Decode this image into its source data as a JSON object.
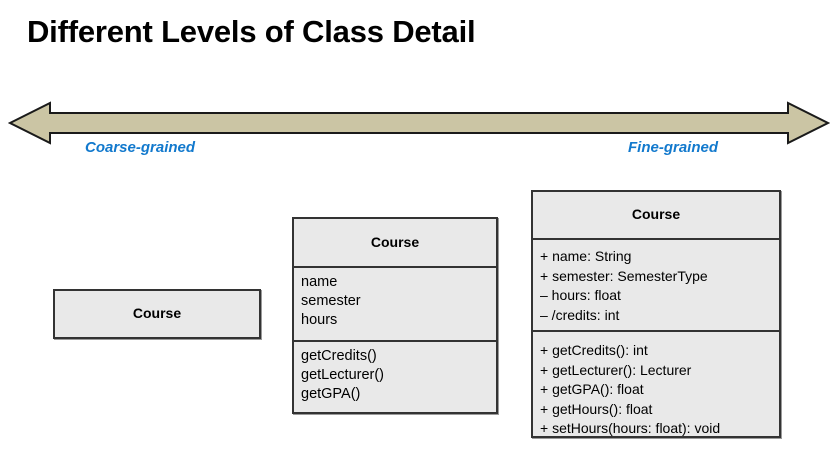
{
  "slide": {
    "title": "Different Levels of Class Detail"
  },
  "spectrum": {
    "arrow_name": "double-headed-arrow",
    "arrow_fill": "#cbc5a4",
    "arrow_stroke": "#1a1a1a",
    "label_color": "#1279cd",
    "left_label": "Coarse-grained",
    "right_label": "Fine-grained"
  },
  "classes": [
    {
      "id": "simple",
      "name": "Course",
      "attributes": [],
      "methods": []
    },
    {
      "id": "medium",
      "name": "Course",
      "attributes": [
        "name",
        "semester",
        "hours"
      ],
      "methods": [
        "getCredits()",
        "getLecturer()",
        "getGPA()"
      ]
    },
    {
      "id": "detailed",
      "name": "Course",
      "attributes": [
        "+ name: String",
        "+ semester: SemesterType",
        "– hours: float",
        "– /credits: int"
      ],
      "methods": [
        "+ getCredits(): int",
        "+ getLecturer(): Lecturer",
        "+ getGPA(): float",
        "+ getHours(): float",
        "+ setHours(hours: float): void"
      ]
    }
  ],
  "style": {
    "box_fill": "#e9e9e9",
    "box_border": "#333333",
    "title_color": "#000000"
  }
}
